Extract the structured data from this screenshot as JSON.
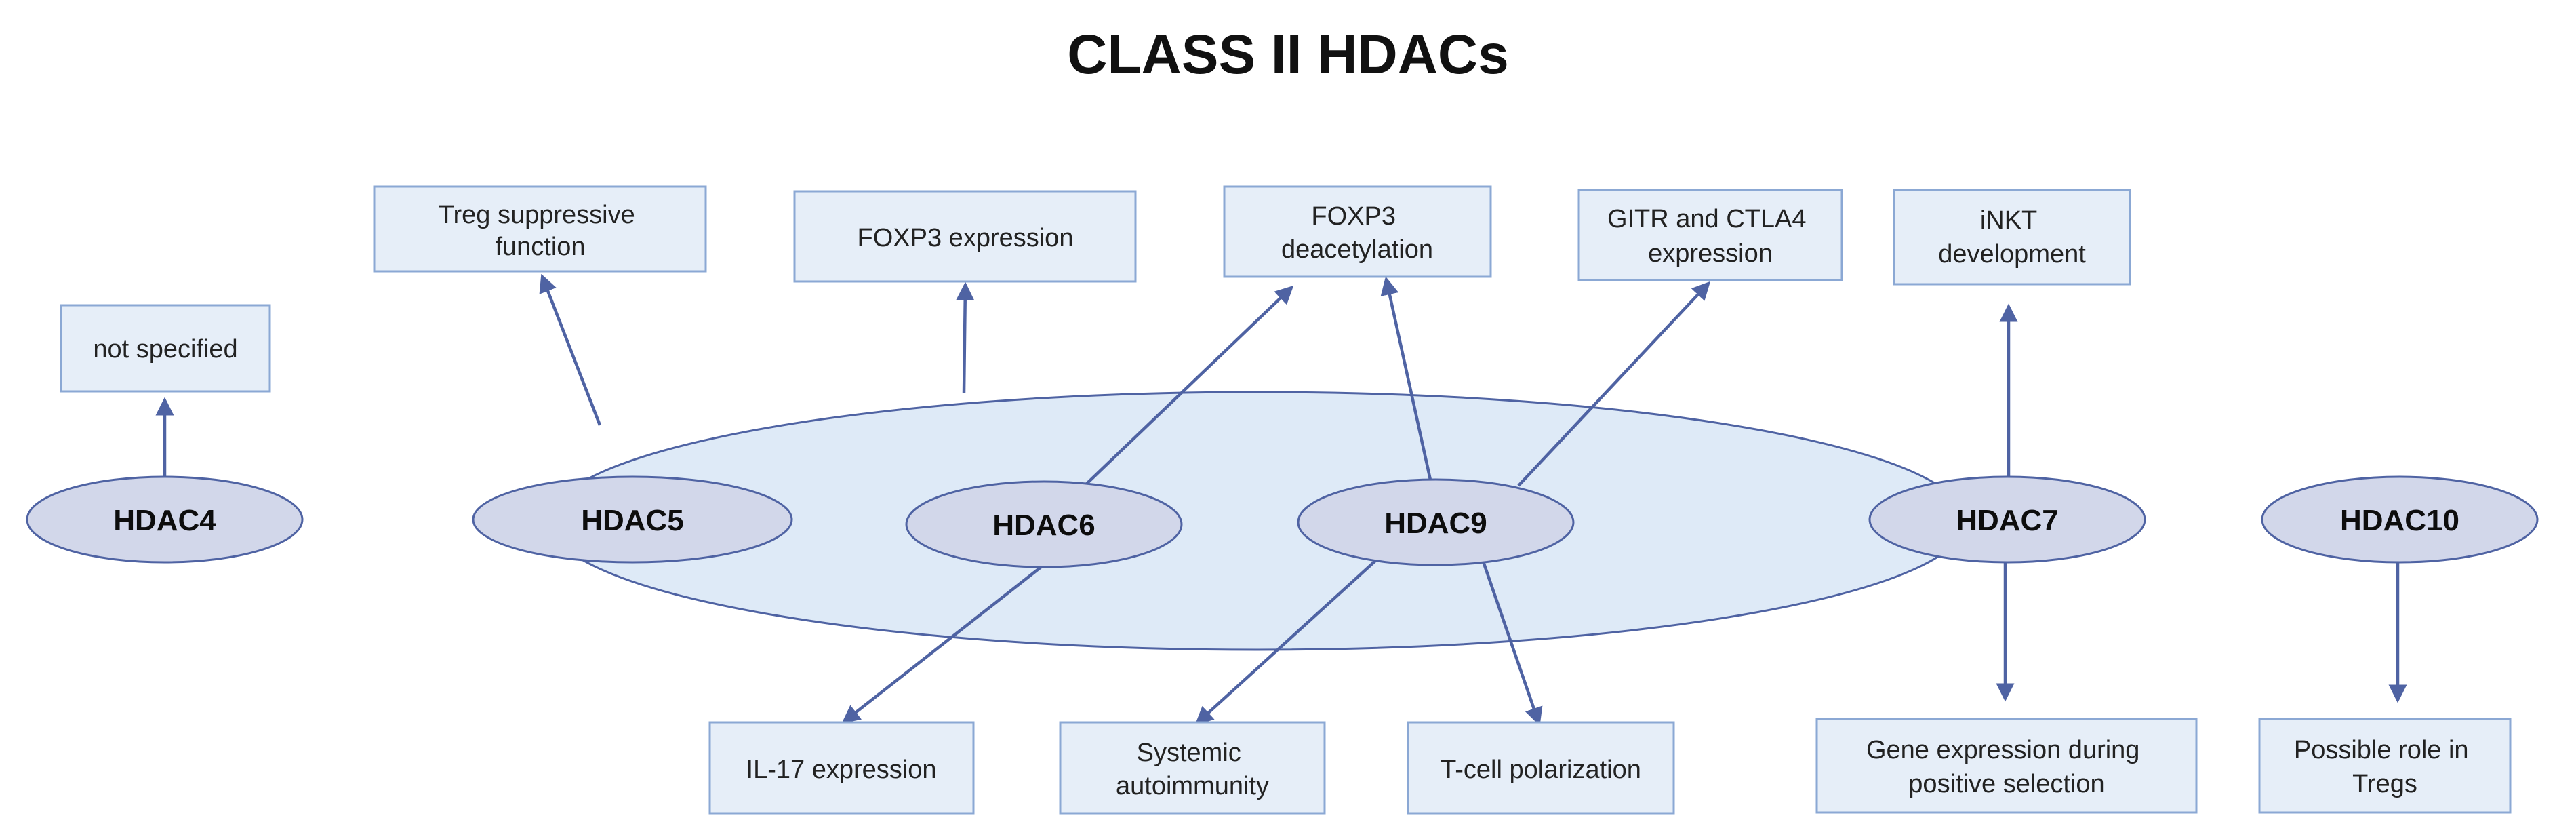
{
  "title": "CLASS II HDACs",
  "colors": {
    "group_fill": "#deeaf7",
    "node_fill": "#d2d7ea",
    "box_fill": "#e6eef8",
    "box_stroke": "#8ba8d4",
    "arrow": "#4f63a3"
  },
  "nodes": {
    "hdac4": "HDAC4",
    "hdac5": "HDAC5",
    "hdac6": "HDAC6",
    "hdac9": "HDAC9",
    "hdac7": "HDAC7",
    "hdac10": "HDAC10"
  },
  "boxes": {
    "not_specified": [
      "not specified"
    ],
    "treg_suppressive": [
      "Treg suppressive",
      "function"
    ],
    "foxp3_expression": [
      "FOXP3 expression"
    ],
    "foxp3_deacetylation": [
      "FOXP3",
      "deacetylation"
    ],
    "gitr_ctla4": [
      "GITR and CTLA4",
      "expression"
    ],
    "inkt": [
      "iNKT",
      "development"
    ],
    "il17": [
      "IL-17 expression"
    ],
    "systemic_autoimmunity": [
      "Systemic",
      "autoimmunity"
    ],
    "tcell_polarization": [
      "T-cell polarization"
    ],
    "gene_expression": [
      "Gene expression during",
      "positive selection"
    ],
    "possible_role": [
      "Possible role in",
      "Tregs"
    ]
  },
  "edges": [
    {
      "from": "hdac4",
      "to": "not_specified"
    },
    {
      "from": "group",
      "to": "treg_suppressive"
    },
    {
      "from": "group",
      "to": "foxp3_expression"
    },
    {
      "from": "hdac6",
      "to": "foxp3_deacetylation"
    },
    {
      "from": "hdac6",
      "to": "il17"
    },
    {
      "from": "hdac9",
      "to": "foxp3_deacetylation"
    },
    {
      "from": "hdac9",
      "to": "gitr_ctla4"
    },
    {
      "from": "hdac9",
      "to": "systemic_autoimmunity"
    },
    {
      "from": "hdac9",
      "to": "tcell_polarization"
    },
    {
      "from": "hdac7",
      "to": "inkt"
    },
    {
      "from": "hdac7",
      "to": "gene_expression"
    },
    {
      "from": "hdac10",
      "to": "possible_role"
    }
  ]
}
